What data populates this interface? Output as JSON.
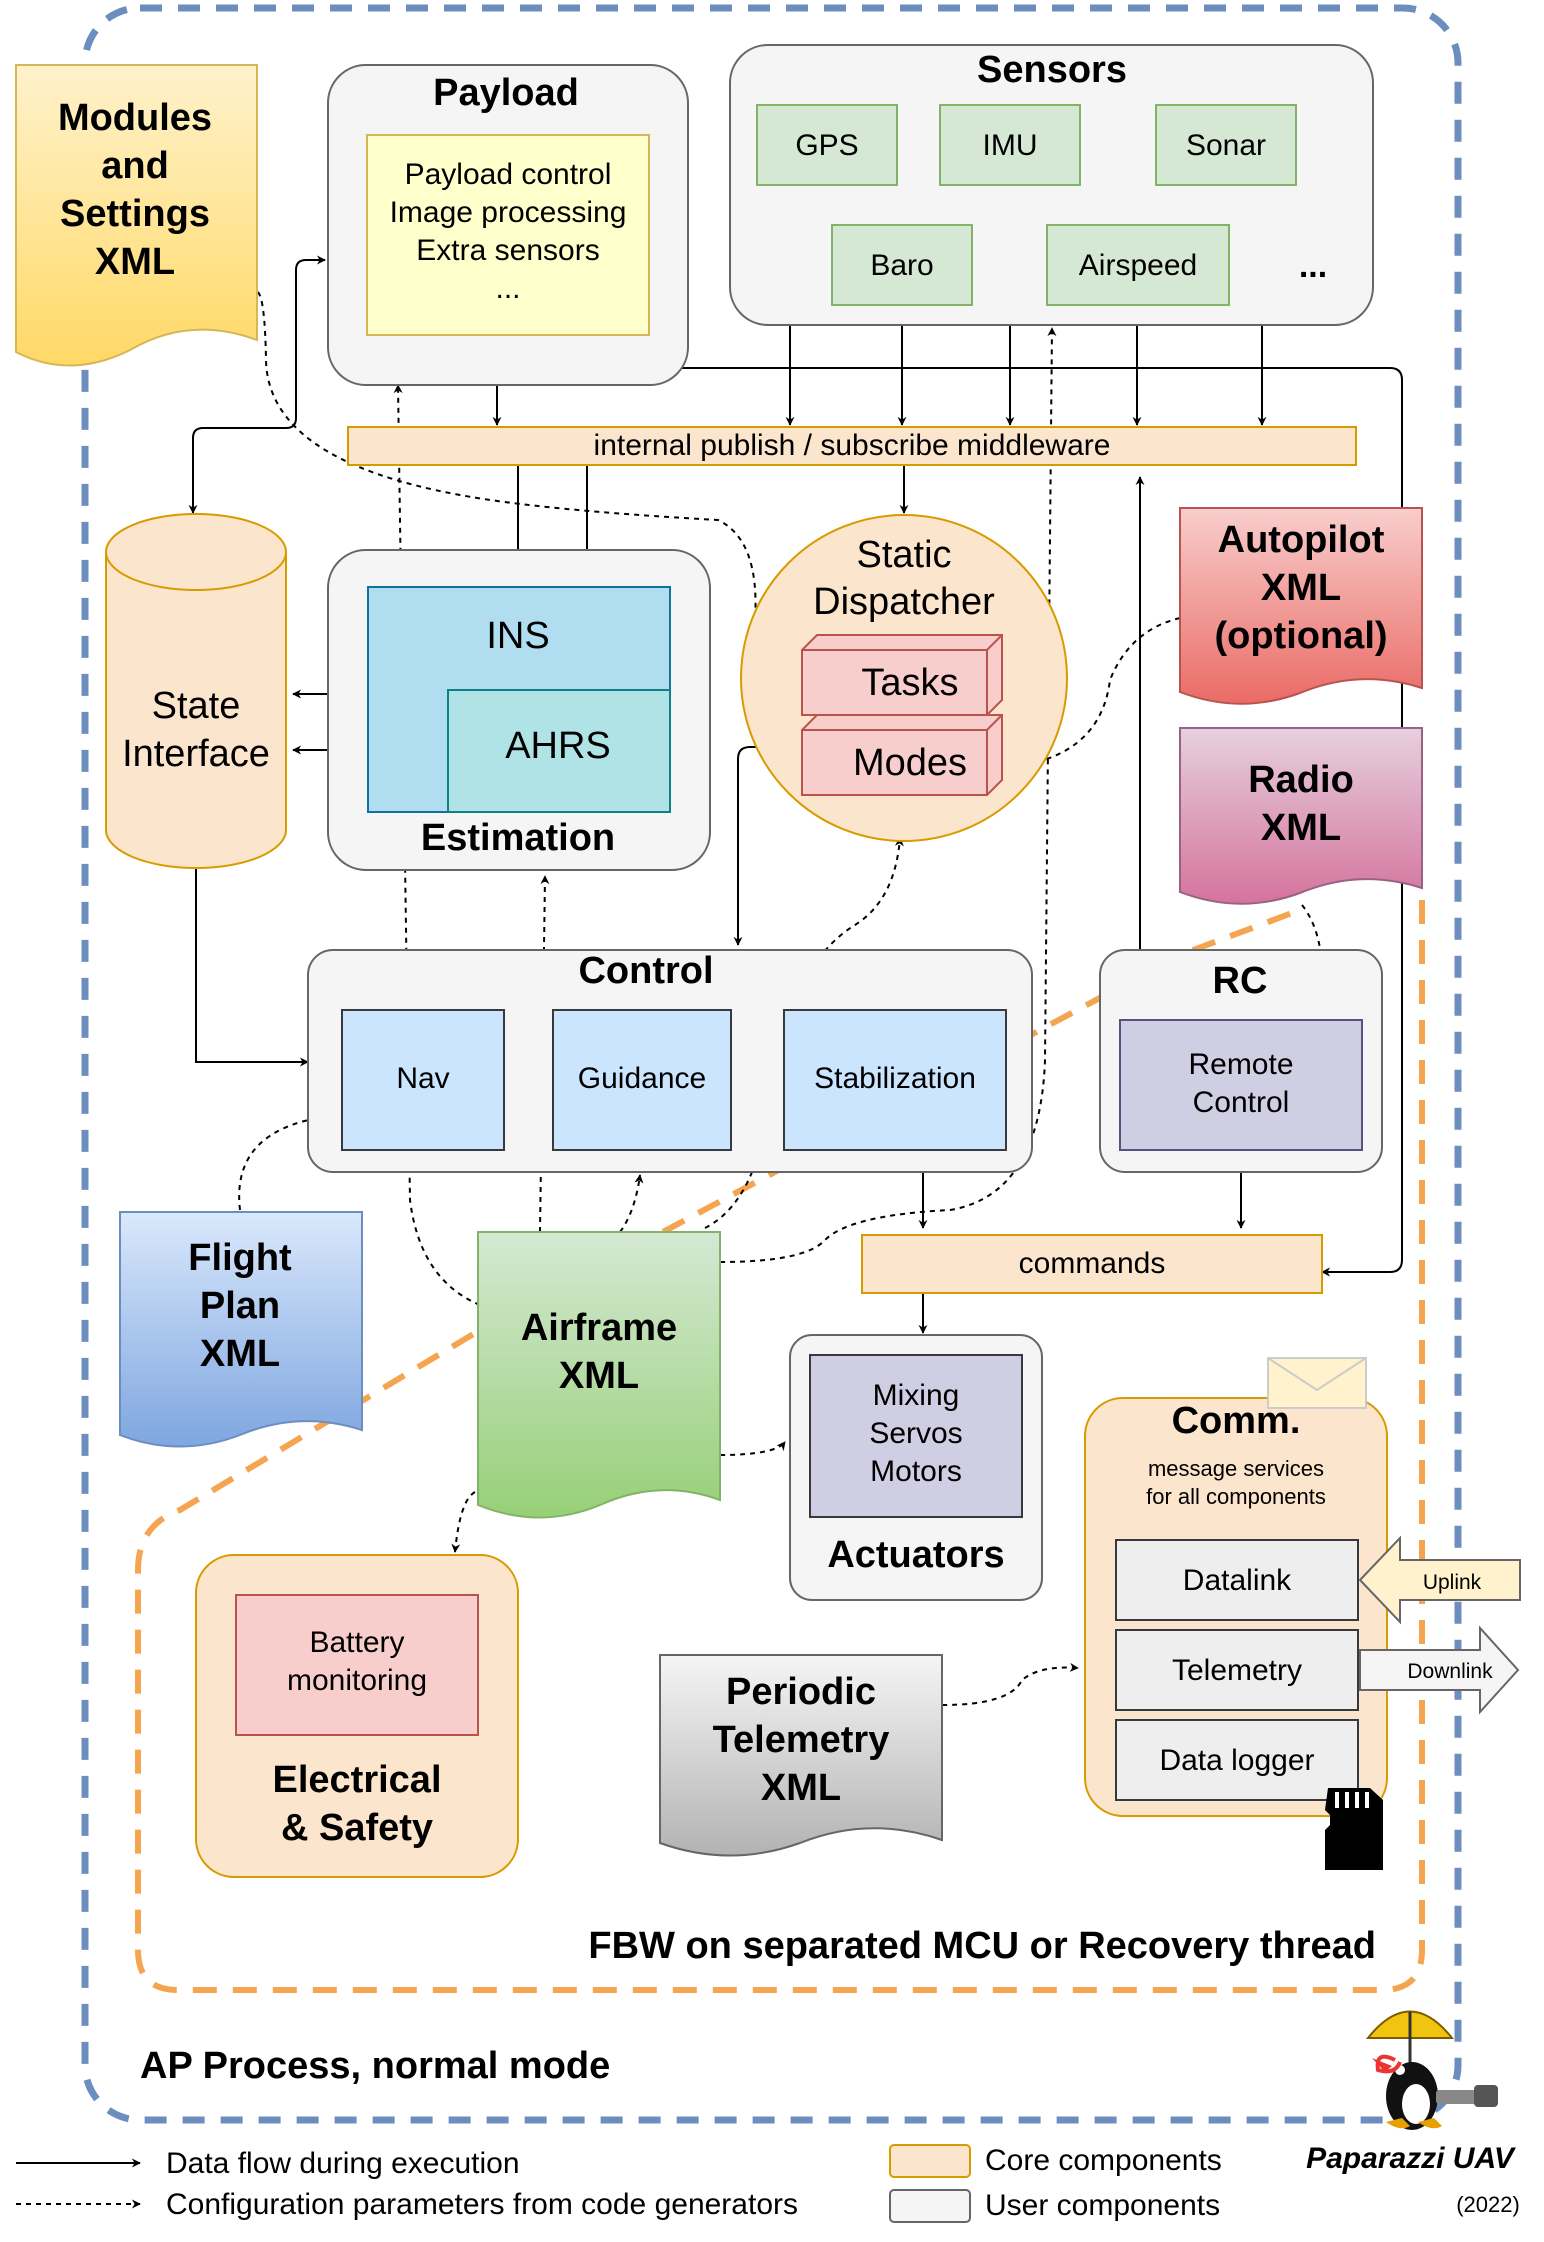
{
  "frames": {
    "ap_process": "AP Process, normal mode",
    "fbw": "FBW on separated MCU or Recovery thread"
  },
  "modules_xml": [
    "Modules",
    "and",
    "Settings",
    "XML"
  ],
  "payload": {
    "title": "Payload",
    "lines": [
      "Payload control",
      "Image processing",
      "Extra sensors",
      "..."
    ]
  },
  "sensors": {
    "title": "Sensors",
    "gps": "GPS",
    "imu": "IMU",
    "sonar": "Sonar",
    "baro": "Baro",
    "airspeed": "Airspeed",
    "more": "..."
  },
  "middleware": "internal publish / subscribe middleware",
  "state_interface": [
    "State",
    "Interface"
  ],
  "estimation": {
    "title": "Estimation",
    "ins": "INS",
    "ahrs": "AHRS"
  },
  "dispatcher": {
    "title": [
      "Static",
      "Dispatcher"
    ],
    "tasks": "Tasks",
    "modes": "Modes"
  },
  "autopilot_xml": [
    "Autopilot",
    "XML",
    "(optional)"
  ],
  "radio_xml": [
    "Radio",
    "XML"
  ],
  "control": {
    "title": "Control",
    "nav": "Nav",
    "guidance": "Guidance",
    "stabilization": "Stabilization"
  },
  "rc": {
    "title": "RC",
    "remote": [
      "Remote",
      "Control"
    ]
  },
  "flight_plan_xml": [
    "Flight",
    "Plan",
    "XML"
  ],
  "airframe_xml": [
    "Airframe",
    "XML"
  ],
  "commands": "commands",
  "actuators": {
    "title": "Actuators",
    "lines": [
      "Mixing",
      "Servos",
      "Motors"
    ]
  },
  "comm": {
    "title": "Comm.",
    "subtitle": [
      "message services",
      "for all components"
    ],
    "datalink": "Datalink",
    "telemetry": "Telemetry",
    "logger": "Data logger",
    "uplink": "Uplink",
    "downlink": "Downlink"
  },
  "electrical": {
    "title": [
      "Electrical",
      "& Safety"
    ],
    "battery": [
      "Battery",
      "monitoring"
    ]
  },
  "periodic_xml": [
    "Periodic",
    "Telemetry",
    "XML"
  ],
  "legend": {
    "data_flow": "Data flow during execution",
    "config": "Configuration parameters from code generators",
    "core": "Core components",
    "user": "User components"
  },
  "brand": {
    "name": "Paparazzi UAV",
    "year": "(2022)"
  },
  "colors": {
    "core_fill": "#fce5cd",
    "core_stroke": "#d79b00",
    "user_fill": "#f5f5f5",
    "user_stroke": "#666666",
    "ap_frame": "#6c8ebf",
    "fbw_frame": "#f5a450",
    "sensor_fill": "#d5e8d4",
    "sensor_stroke": "#82b366",
    "blue_fill": "#cce5ff",
    "blue_stroke": "#36393d",
    "ins_fill": "#b1ddf0",
    "ahrs_fill": "#b0e3e6",
    "payload_inner": "#ffffcc",
    "purple_fill": "#d0cee2",
    "red_fill": "#f8cecc",
    "red_stroke": "#b85450"
  }
}
